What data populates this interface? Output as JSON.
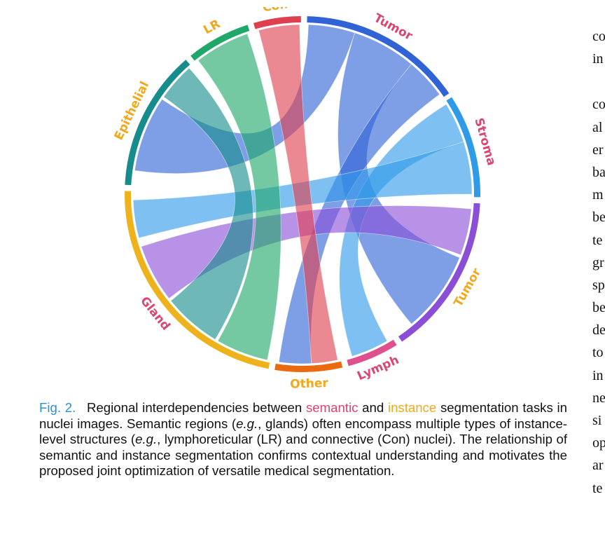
{
  "diagram": {
    "type": "chord",
    "groups": [
      {
        "id": "tumor_sem",
        "label": "Tumor",
        "label_color": "#d9466f",
        "color": "#2f63d6"
      },
      {
        "id": "stroma",
        "label": "Stroma",
        "label_color": "#d9466f",
        "color": "#2f9ae8"
      },
      {
        "id": "tumor_ins",
        "label": "Tumor",
        "label_color": "#f0a81c",
        "color": "#8a4fd6"
      },
      {
        "id": "lymph",
        "label": "Lymph",
        "label_color": "#d9466f",
        "color": "#e0508f"
      },
      {
        "id": "other",
        "label": "Other",
        "label_color": "#f0a81c",
        "color": "#ea6a10"
      },
      {
        "id": "gland",
        "label": "Gland",
        "label_color": "#d9466f",
        "color": "#eeb21c"
      },
      {
        "id": "epithelial",
        "label": "Epithelial",
        "label_color": "#f0a81c",
        "color": "#178c8c"
      },
      {
        "id": "lr",
        "label": "LR",
        "label_color": "#f0a81c",
        "color": "#1fa86a"
      },
      {
        "id": "con",
        "label": "Con",
        "label_color": "#f0a81c",
        "color": "#de4050"
      }
    ]
  },
  "caption": {
    "fig_label": "Fig. 2.",
    "t1": "Regional interdependencies between ",
    "semantic": "semantic",
    "t2": " and ",
    "instance": "instance",
    "t3": " segmentation tasks in nuclei images. Semantic regions (",
    "eg1": "e.g.",
    "t4": ", glands) often encompass multiple types of instance-level structures (",
    "eg2": "e.g.",
    "t5": ", lymphoreticular (LR) and connective (Con) nuclei). The relationship of semantic and instance segmentation confirms contextual understanding and motivates the proposed joint optimization of versatile medical segmentation."
  },
  "side_text": {
    "block1": [
      "co",
      "in"
    ],
    "block2": [
      "co",
      "al",
      "er",
      "ba",
      "m",
      "be",
      "te",
      "gr",
      "sp",
      "be",
      "de",
      "to",
      "in",
      "ne",
      "si",
      "op",
      "ar",
      "te"
    ]
  },
  "colors": {
    "figure_label": "#2a8fd8",
    "semantic": "#d9466f",
    "instance": "#f0a81c"
  }
}
